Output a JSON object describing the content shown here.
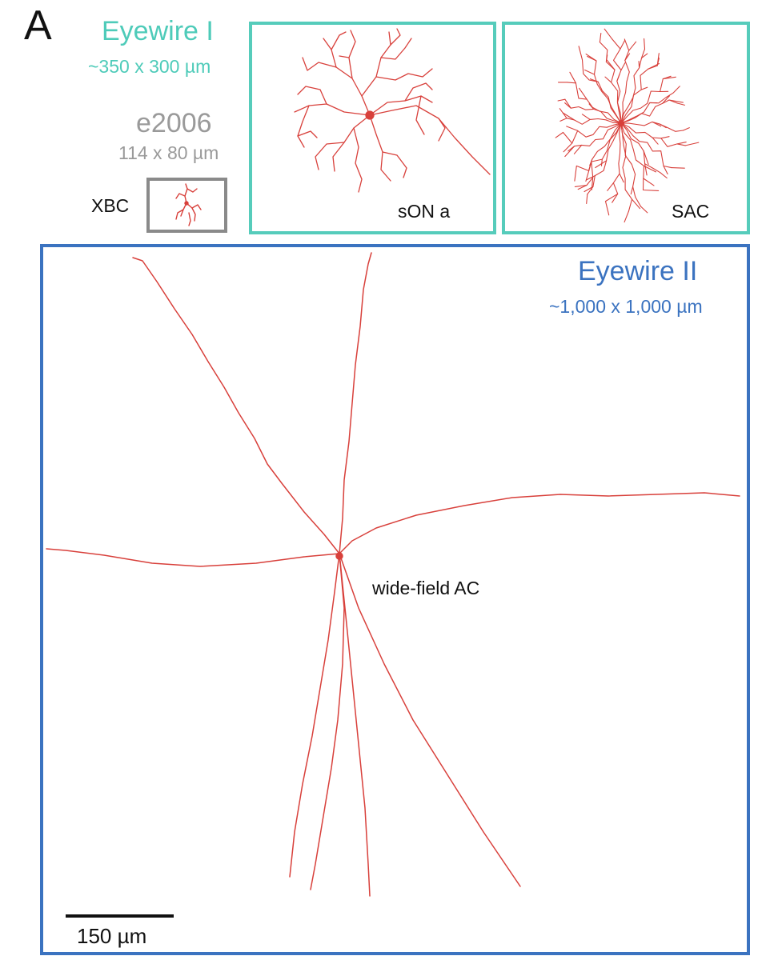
{
  "panel_letter": "A",
  "eyewire1": {
    "title": "Eyewire I",
    "dims": "~350 x 300 µm"
  },
  "e2006": {
    "title": "e2006",
    "dims": "114 x 80 µm"
  },
  "cells": {
    "xbc": "XBC",
    "sona": "sON a",
    "sac": "SAC",
    "widefield": "wide-field AC"
  },
  "eyewire2": {
    "title": "Eyewire II",
    "dims": "~1,000 x 1,000 µm"
  },
  "scale_bar": {
    "label": "150 µm"
  },
  "colors": {
    "neuron": "#d8403b",
    "eyewire1": "#4ecbb9",
    "e2006": "#9a9a9a",
    "eyewire2": "#3b73c0"
  }
}
